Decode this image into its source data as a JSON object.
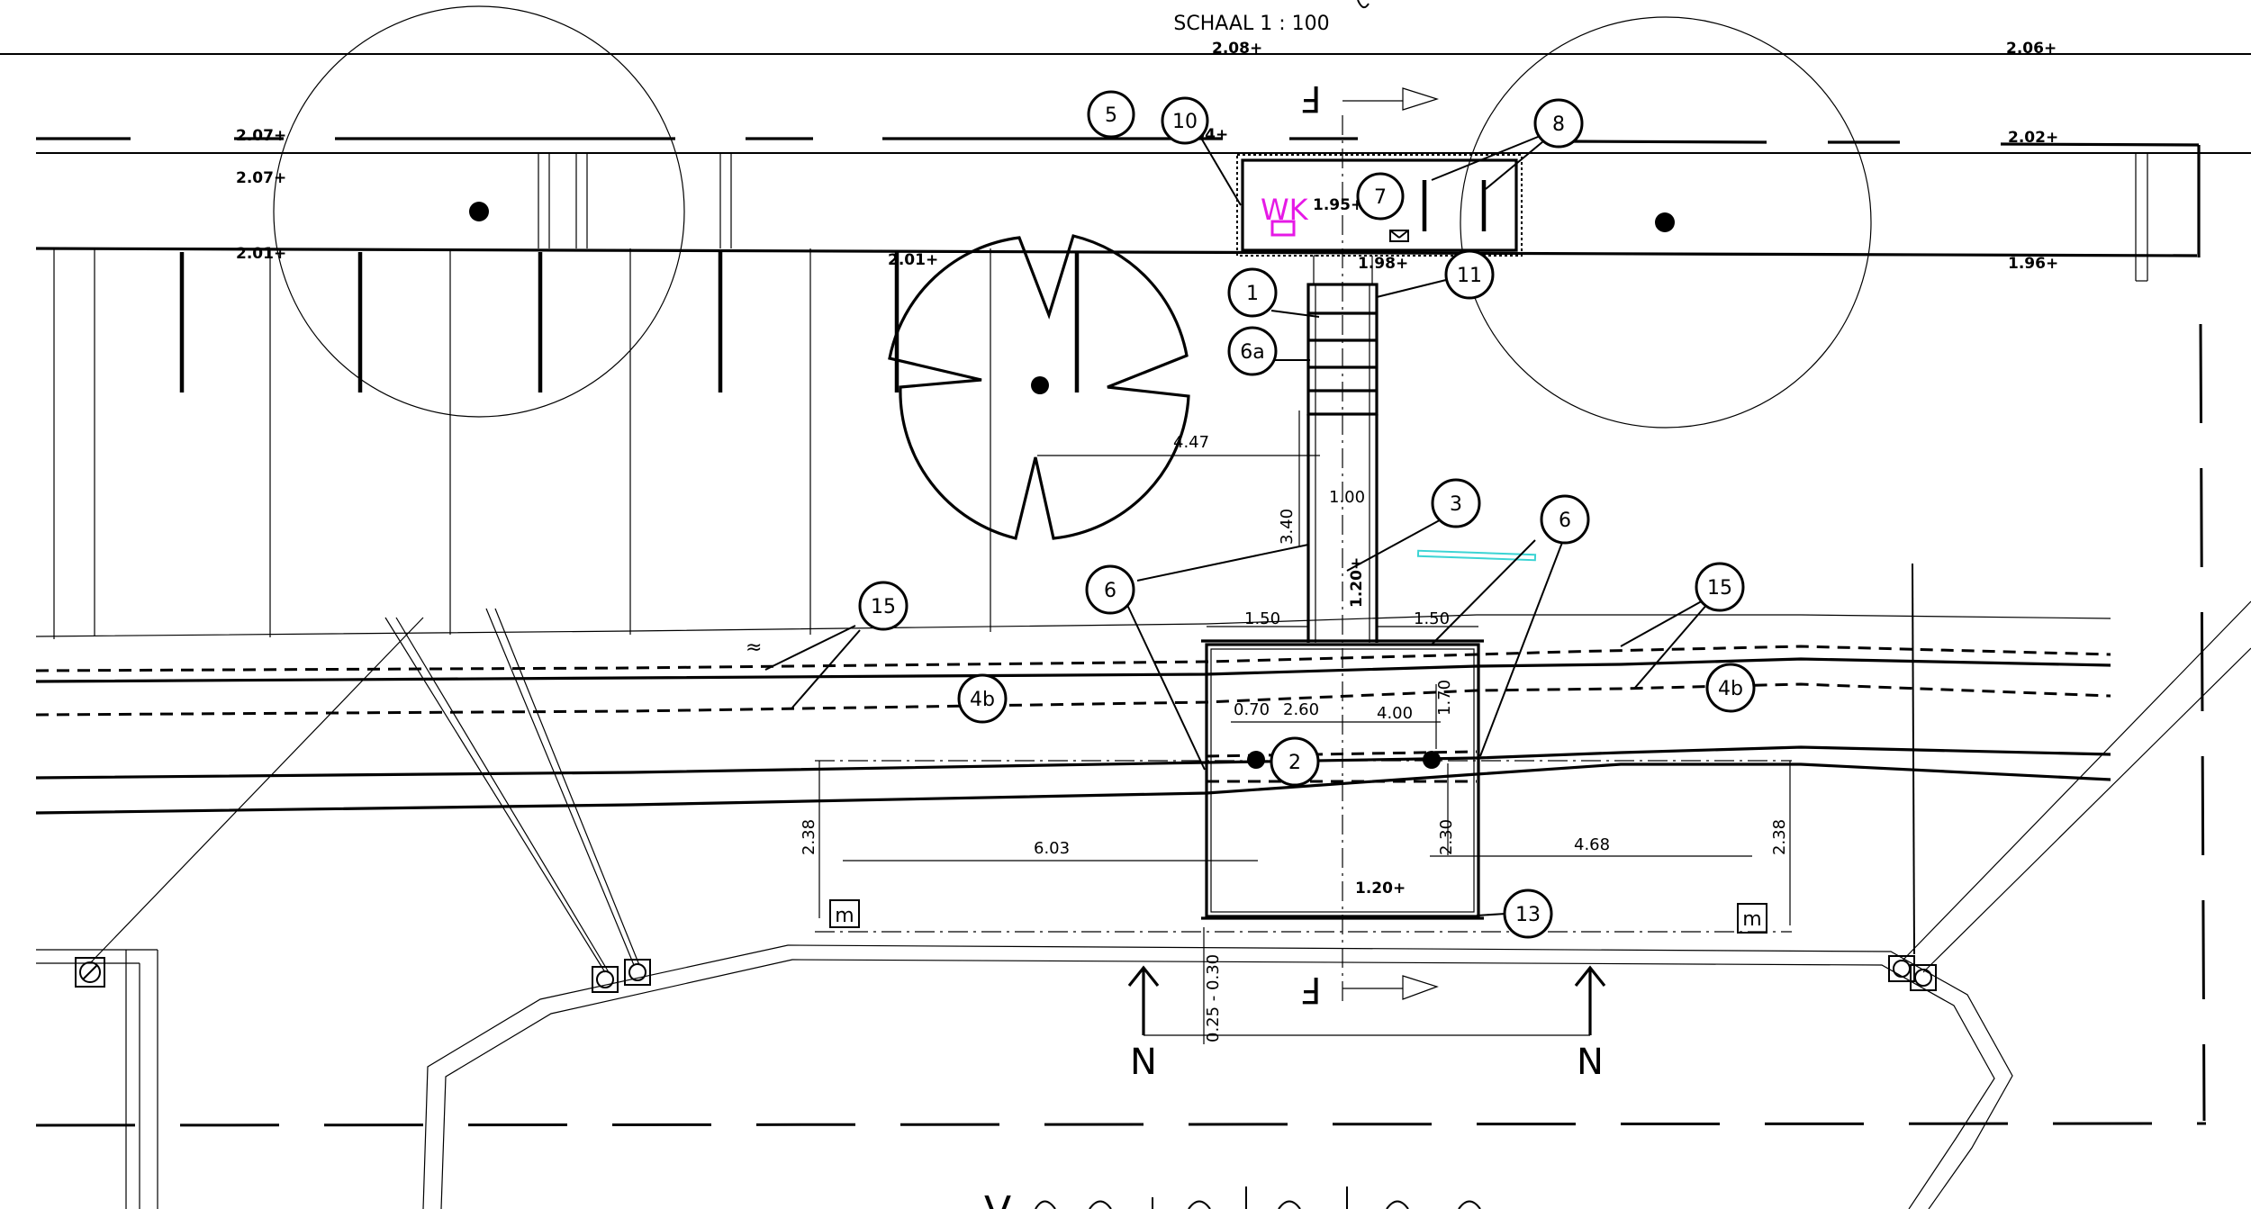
{
  "title": {
    "scale": "SCHAAL 1 : 100",
    "bottom_text": "V"
  },
  "levels": [
    {
      "id": "l208",
      "text": "2.08+"
    },
    {
      "id": "l206",
      "text": "2.06+"
    },
    {
      "id": "l207a",
      "text": "2.07+"
    },
    {
      "id": "l207b",
      "text": "2.07+"
    },
    {
      "id": "l201a",
      "text": "2.01+"
    },
    {
      "id": "l204",
      "text": "2.04+"
    },
    {
      "id": "l195",
      "text": "1.95+"
    },
    {
      "id": "l198",
      "text": "1.98+"
    },
    {
      "id": "l201b",
      "text": "2.01+"
    },
    {
      "id": "l202",
      "text": "2.02+"
    },
    {
      "id": "l196",
      "text": "1.96+"
    },
    {
      "id": "l120a",
      "text": "1.20+"
    },
    {
      "id": "l120b",
      "text": "1.20+"
    }
  ],
  "dimensions": {
    "d447": "4.47",
    "d340": "3.40",
    "d100": "1.00",
    "d150a": "1.50",
    "d150b": "1.50",
    "d070": "0.70",
    "d260": "2.60",
    "d400": "4.00",
    "d170": "1.70",
    "d238a": "2.38",
    "d603": "6.03",
    "d230": "2.30",
    "d468": "4.68",
    "d238b": "2.38",
    "d025": "0.25 - 0.30"
  },
  "callouts": {
    "c1": "1",
    "c2": "2",
    "c3": "3",
    "c4b_left": "4b",
    "c4b_right": "4b",
    "c5": "5",
    "c6_left": "6",
    "c6_right": "6",
    "c6a": "6a",
    "c7": "7",
    "c8": "8",
    "c10": "10",
    "c11": "11",
    "c13": "13",
    "c15_left": "15",
    "c15_right": "15"
  },
  "section_markers": {
    "F_top": "F",
    "F_bottom": "F",
    "N_left": "N",
    "N_right": "N"
  },
  "symbols": {
    "wk_label": "WK",
    "wk_color": "#e619e6",
    "approx_sign": "≈",
    "meter_box_left": "m",
    "meter_box_right": "m",
    "cyan_color": "#3cd4d4"
  }
}
